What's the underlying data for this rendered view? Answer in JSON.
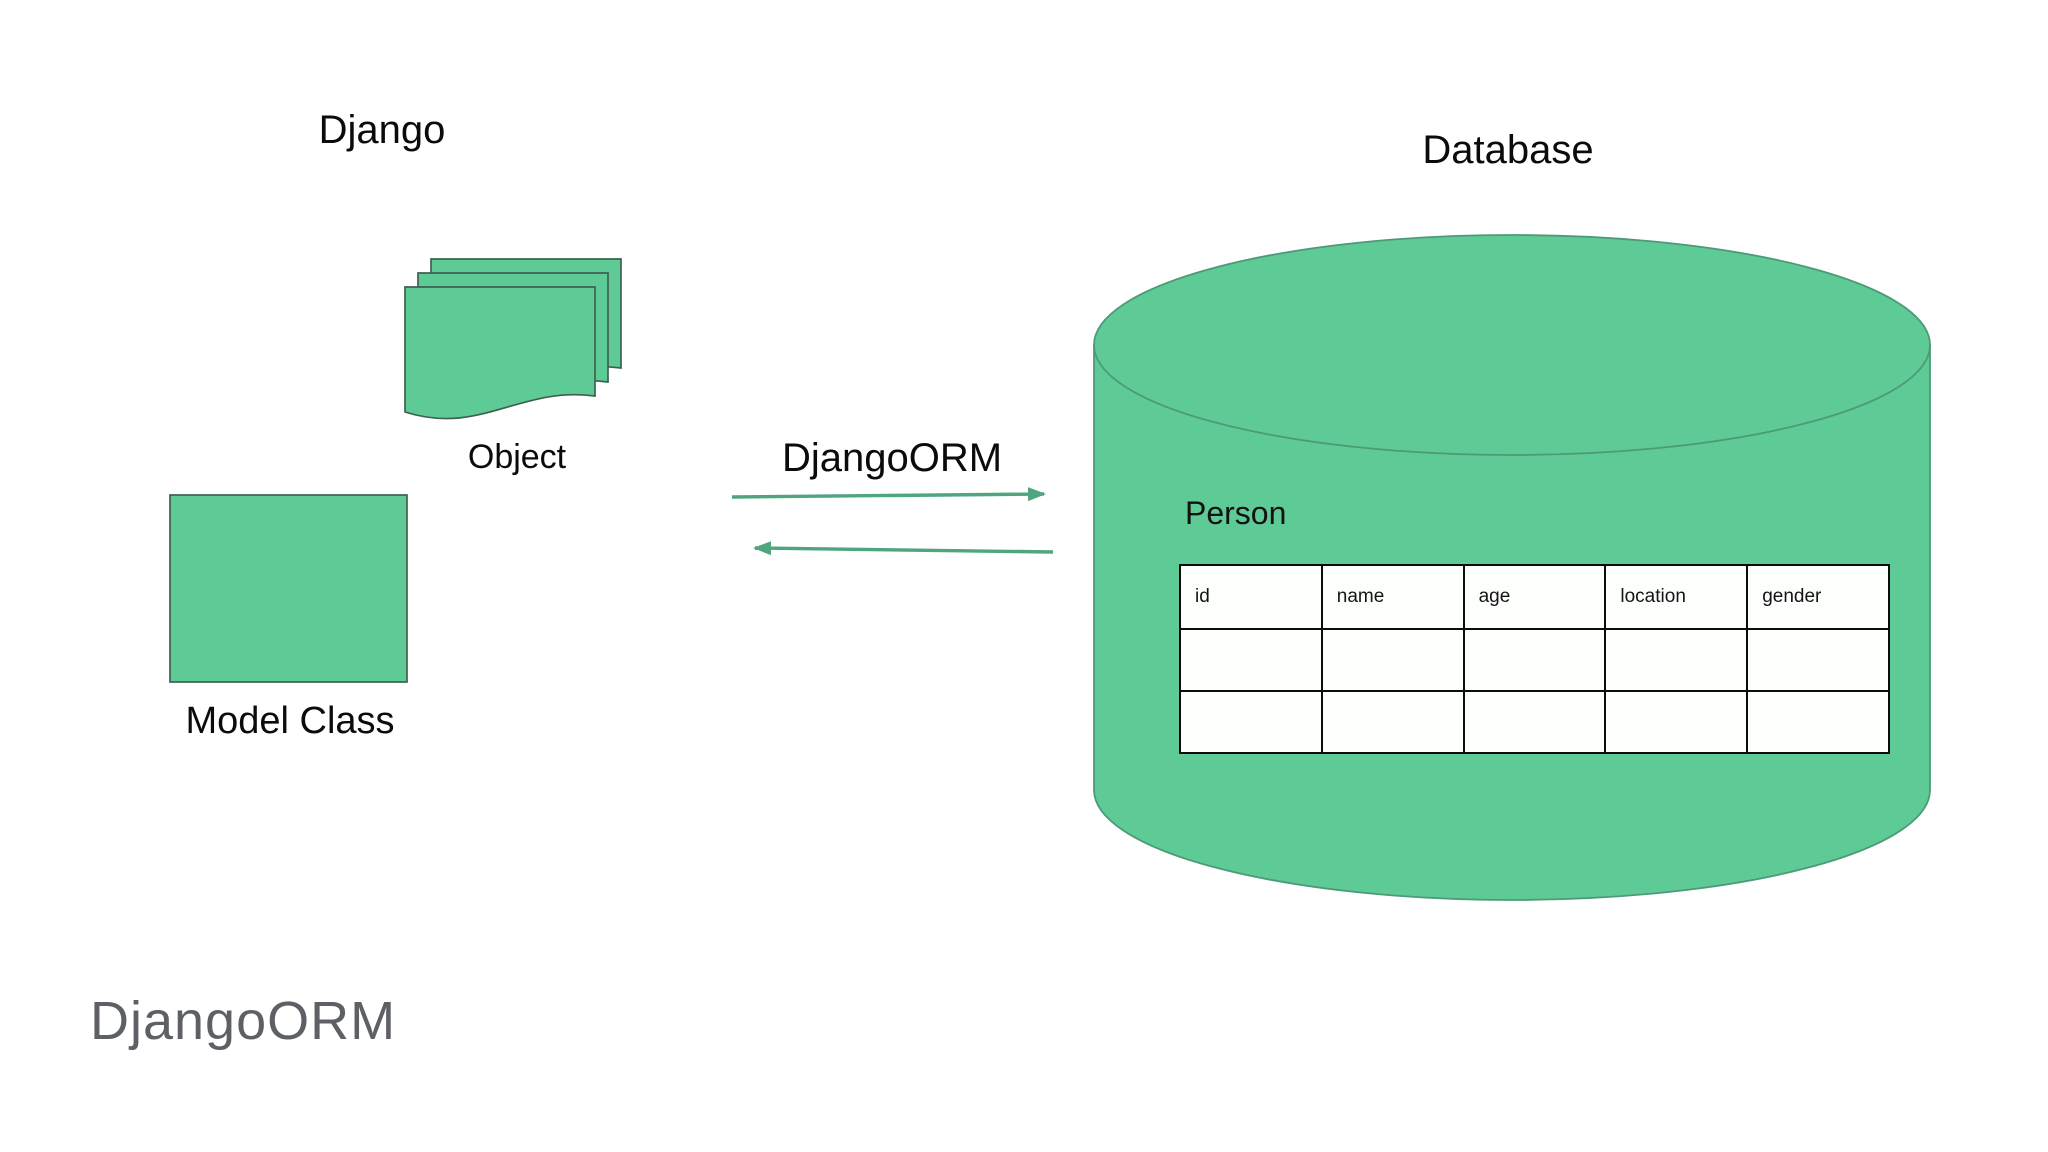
{
  "left_panel": {
    "title": "Django",
    "object_label": "Object",
    "model_class_label": "Model Class"
  },
  "orm": {
    "label": "DjangoORM",
    "forward_arrow": "left-to-right",
    "backward_arrow": "right-to-left"
  },
  "right_panel": {
    "title": "Database",
    "table_name": "Person",
    "table": {
      "columns": [
        "id",
        "name",
        "age",
        "location",
        "gender"
      ],
      "rows": [
        [
          "",
          "",
          "",
          "",
          ""
        ],
        [
          "",
          "",
          "",
          "",
          ""
        ]
      ]
    }
  },
  "footer": {
    "title": "DjangoORM"
  },
  "colors": {
    "shape_fill": "#5ecb96",
    "shape_stroke": "#3f604f",
    "cylinder_stroke": "#4c9a77",
    "arrow": "#4fa57d",
    "table_border": "#0c0c0c",
    "footer_text": "#5d6166",
    "text": "#0b0b0b",
    "background": "#ffffff"
  }
}
